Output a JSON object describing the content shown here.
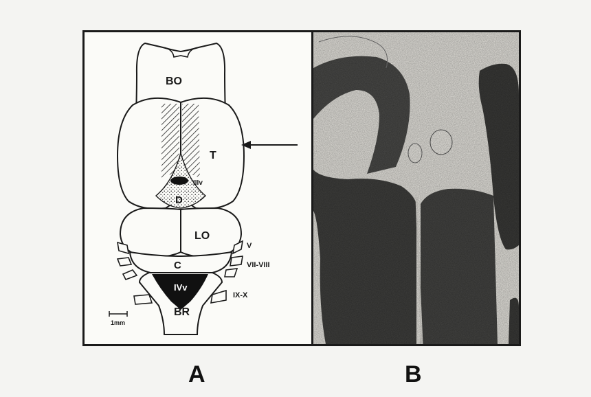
{
  "panel_a": {
    "labels": {
      "bo": "BO",
      "t": "T",
      "iiiv": "IIIv",
      "d": "D",
      "lo": "LO",
      "v": "V",
      "c": "C",
      "vii_viii": "VII-VIII",
      "ivv": "IVv",
      "ix_x": "IX-X",
      "br": "BR"
    },
    "scale_bar": "1mm"
  },
  "panel_letters": {
    "a": "A",
    "b": "B"
  }
}
